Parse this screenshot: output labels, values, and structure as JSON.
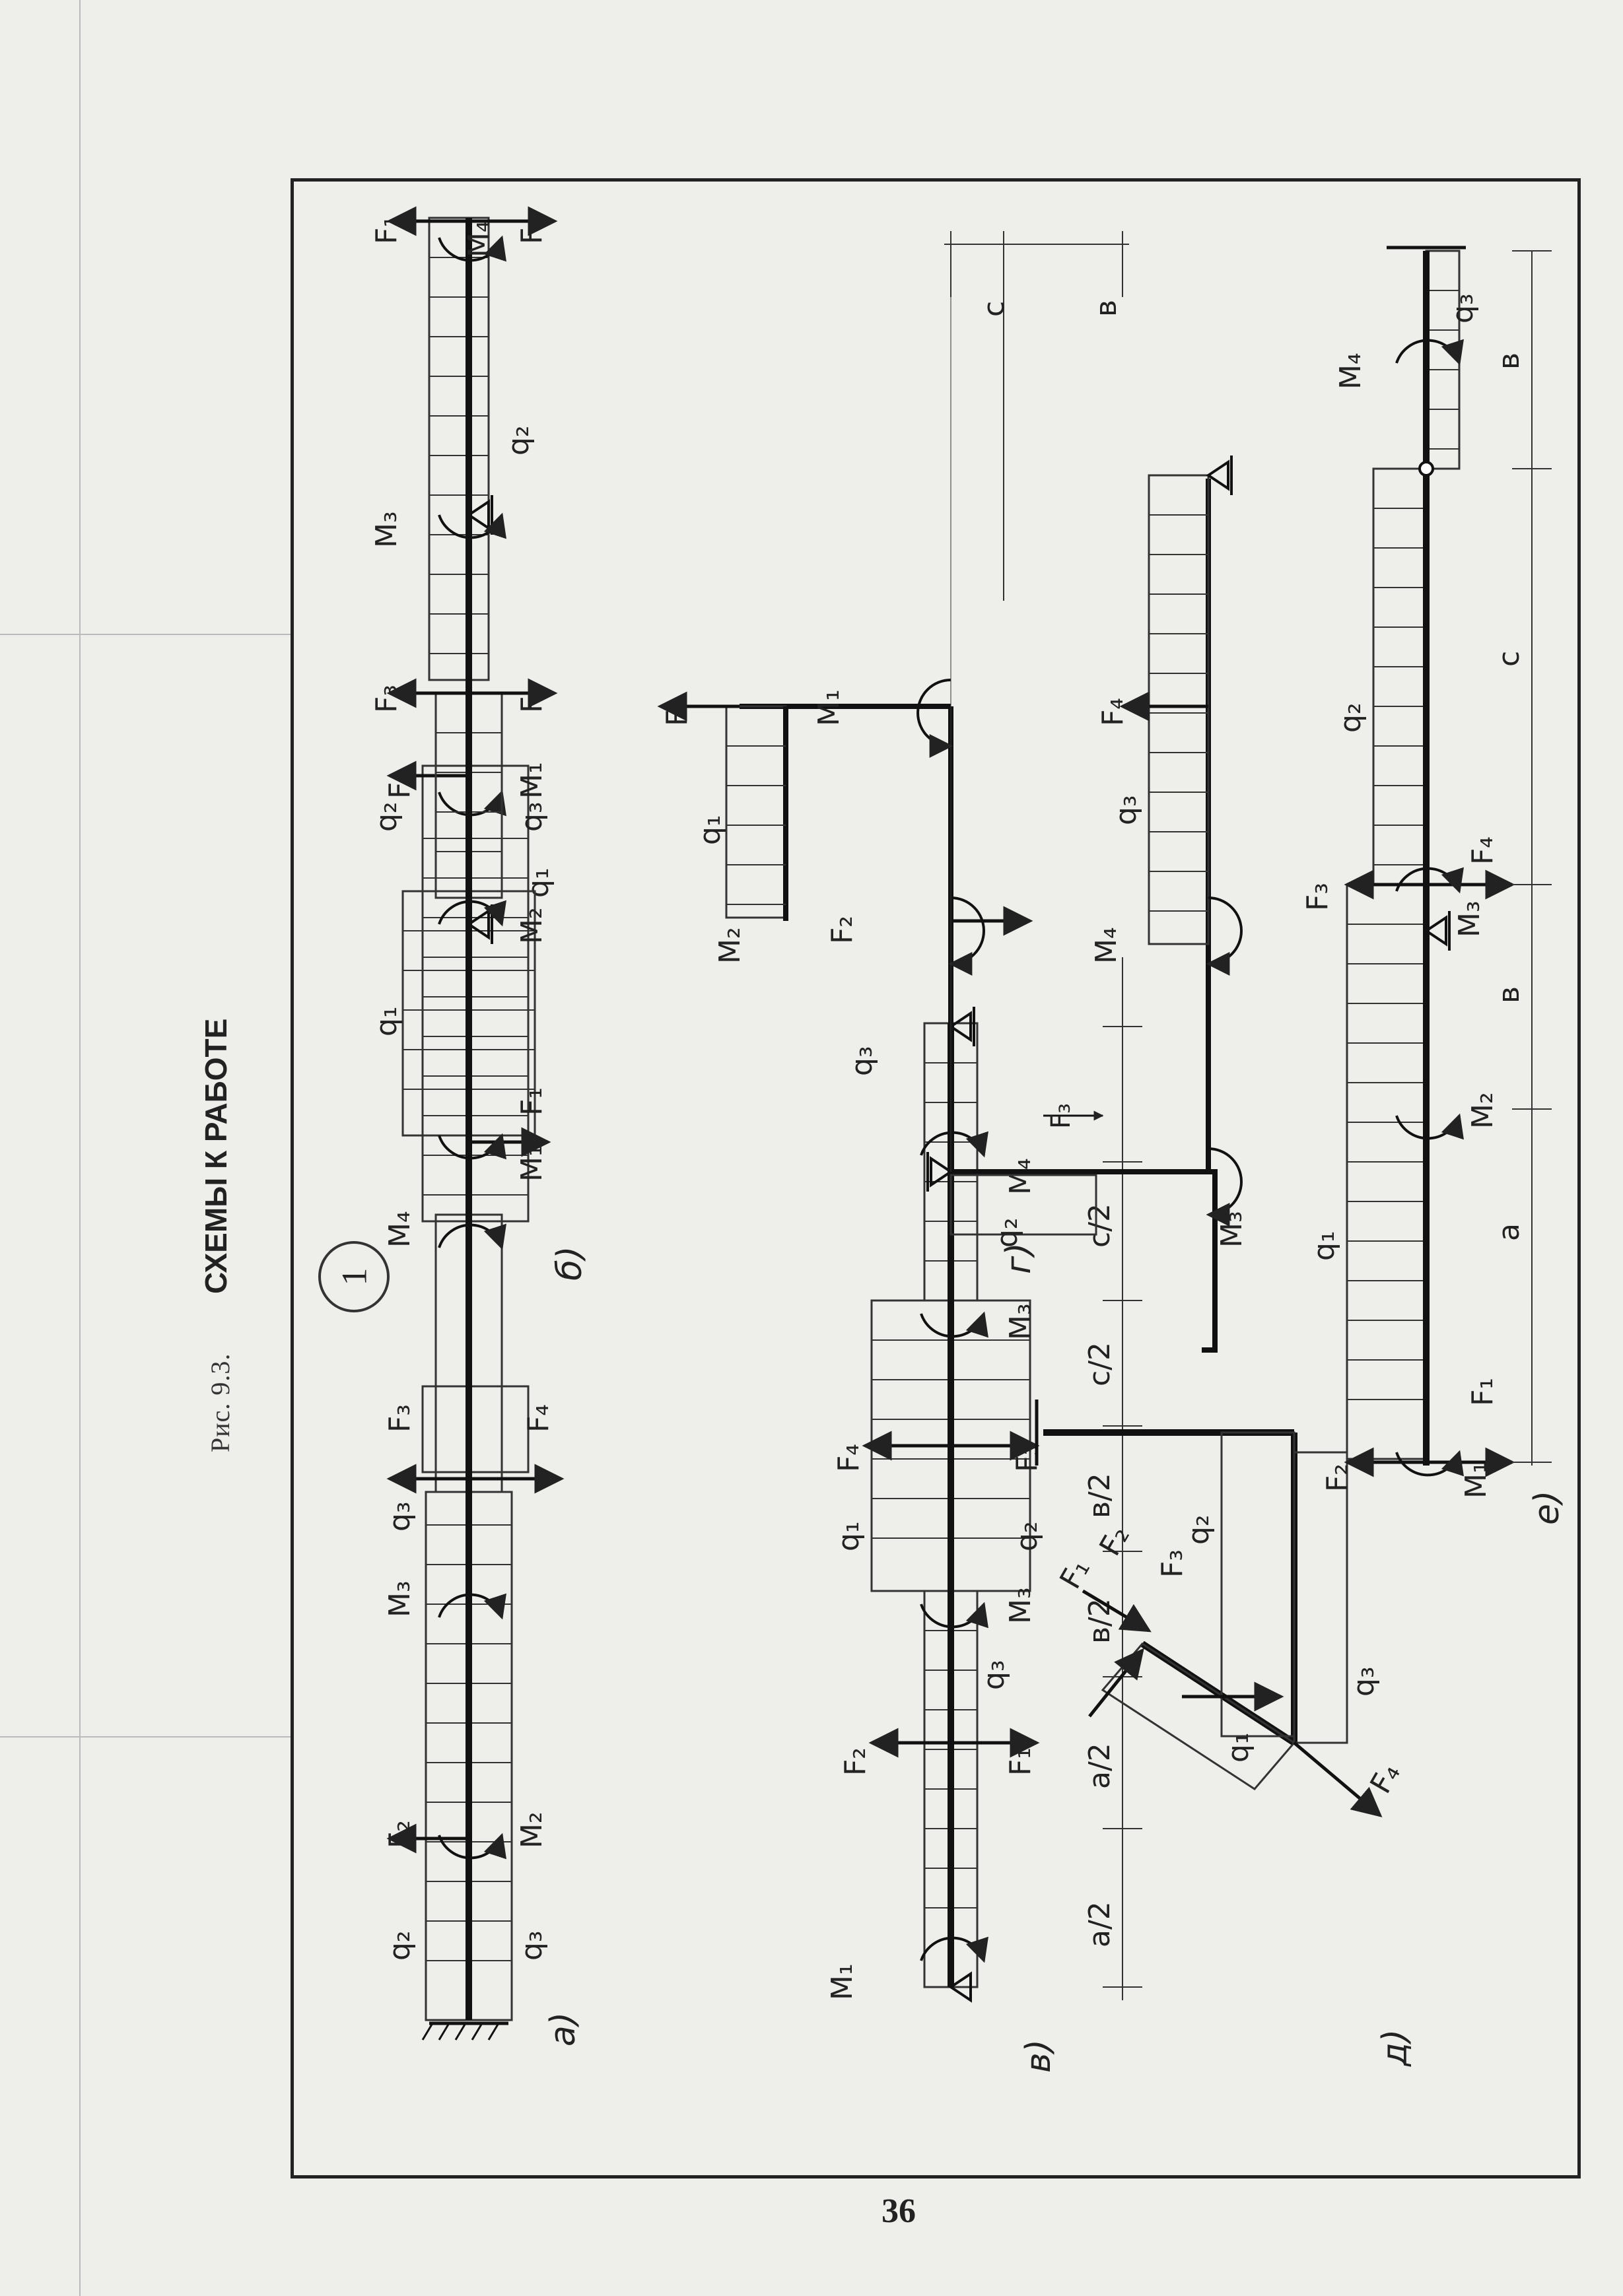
{
  "caption": {
    "label": "Рис. 9.3.",
    "title": "СХЕМЫ К РАБОТЕ",
    "variant": "1"
  },
  "page_number": "36",
  "schemes": [
    {
      "id": "a",
      "label": "а)",
      "loads": [
        "q₂",
        "M₂",
        "q₃",
        "F₂",
        "M₃",
        "q₃",
        "F₃",
        "F₄",
        "M₄",
        "F₁",
        "M₁",
        "q₁"
      ]
    },
    {
      "id": "b",
      "label": "б)",
      "loads": [
        "M₁",
        "F₁",
        "q₁",
        "M₂",
        "q₂",
        "q₃",
        "F₃",
        "F₂",
        "M₃",
        "q₂",
        "F₁",
        "M₄",
        "F₃"
      ]
    },
    {
      "id": "v",
      "label": "в)",
      "loads": [
        "M₁",
        "F₂",
        "F₁",
        "q₃",
        "M₃",
        "q₁",
        "F₄",
        "q₂",
        "F₃",
        "M₃",
        "q₃",
        "M₄"
      ],
      "dims": [
        "a/2",
        "a/2",
        "в/2",
        "в/2",
        "c/2",
        "c/2"
      ]
    },
    {
      "id": "g",
      "label": "г)",
      "loads": [
        "q₂",
        "F₃",
        "M₃",
        "M₂",
        "q₁",
        "F₂",
        "F₁",
        "M₁",
        "M₄",
        "q₃",
        "F₄"
      ],
      "dims": [
        "c",
        "в"
      ]
    },
    {
      "id": "d",
      "label": "д)",
      "loads": [
        "F₁",
        "F₂",
        "F₃",
        "q₂",
        "q₁",
        "F₄",
        "q₃"
      ]
    },
    {
      "id": "e",
      "label": "е)",
      "loads": [
        "M₁",
        "F₂",
        "F₁",
        "q₁",
        "M₂",
        "F₃",
        "M₃",
        "F₄",
        "q₂",
        "M₄",
        "q₃"
      ],
      "dims": [
        "a",
        "в",
        "c",
        "в"
      ]
    }
  ]
}
